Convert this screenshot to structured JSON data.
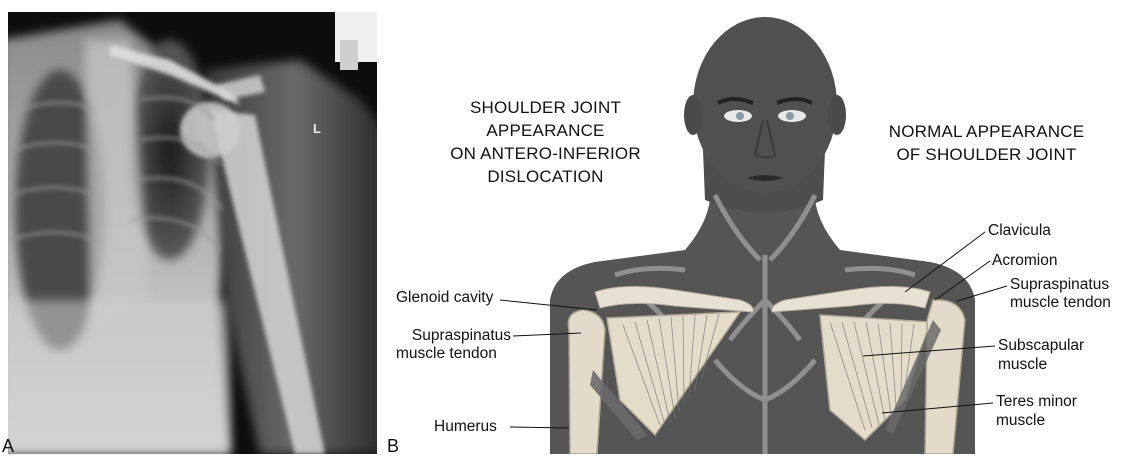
{
  "panel_a": {
    "letter": "A",
    "marker": "L"
  },
  "panel_b": {
    "letter": "B",
    "heading_left": [
      "SHOULDER JOINT",
      "APPEARANCE",
      "ON ANTERO-INFERIOR",
      "DISLOCATION"
    ],
    "heading_right": [
      "NORMAL APPEARANCE",
      "OF SHOULDER JOINT"
    ],
    "labels_left": {
      "glenoid": "Glenoid cavity",
      "supraspinatus_1": "Supraspinatus",
      "supraspinatus_2": "muscle tendon",
      "humerus": "Humerus"
    },
    "labels_right": {
      "clavicula": "Clavicula",
      "acromion": "Acromion",
      "supraspinatus_1": "Supraspinatus",
      "supraspinatus_2": "muscle tendon",
      "subscapular_1": "Subscapular",
      "subscapular_2": "muscle",
      "teres_1": "Teres minor",
      "teres_2": "muscle"
    }
  }
}
